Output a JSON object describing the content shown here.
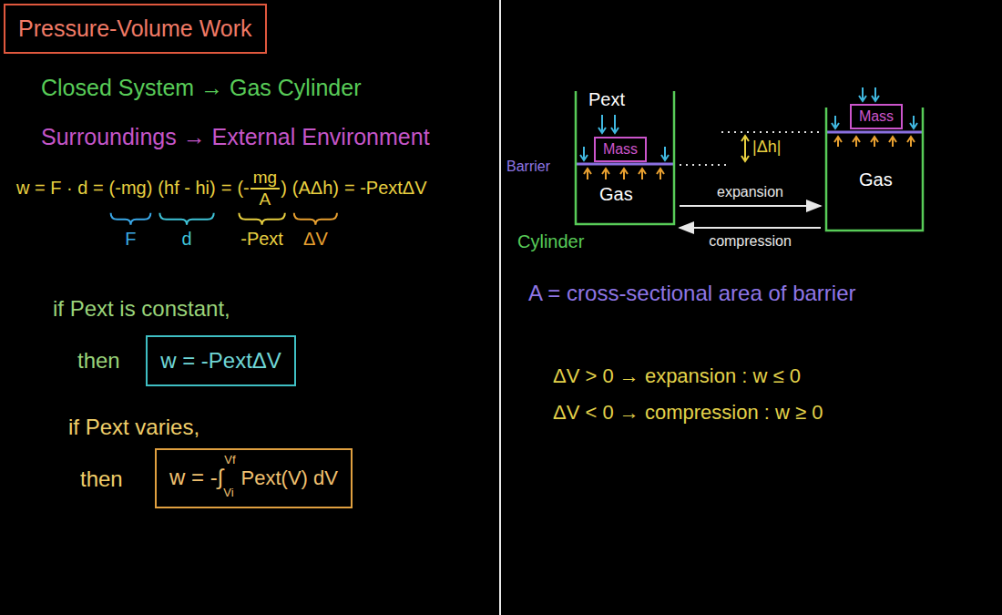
{
  "diagram": {
    "title": "Pressure-Volume Work",
    "nodes": [
      {
        "text": [
          "w = -PextΔV"
        ]
      },
      {
        "text": [
          "w = -∫",
          "Vf",
          "Vi",
          "Pext(V) dV"
        ]
      },
      {
        "text": [
          "Pext",
          "Gas",
          "Cylinder"
        ]
      },
      {
        "text": [
          "Mass"
        ],
        "in": 2
      },
      {
        "text": [
          "Gas"
        ]
      },
      {
        "text": [
          "Mass"
        ],
        "in": 4
      }
    ],
    "edges": [
      {
        "from": 2,
        "to": 4,
        "arrow": "to",
        "label": "expansion"
      },
      {
        "from": 4,
        "to": 2,
        "arrow": "to",
        "label": "compression"
      }
    ],
    "labels": [
      "Closed System → Gas Cylinder",
      "Surroundings → External Environment",
      "w = F · d =",
      "(-mg)",
      "(hf - hi)",
      "=",
      "(-",
      "mg",
      "A",
      ")",
      "(AΔh)",
      "= -PextΔV",
      "F",
      "d",
      "-Pext",
      "ΔV",
      "if Pext is constant,",
      "then",
      "if Pext varies,",
      "then",
      "Barrier",
      "|Δh|",
      "A = cross-sectional area of barrier",
      "ΔV > 0 → expansion : w ≤ 0",
      "ΔV < 0 → compression : w ≥ 0"
    ]
  }
}
